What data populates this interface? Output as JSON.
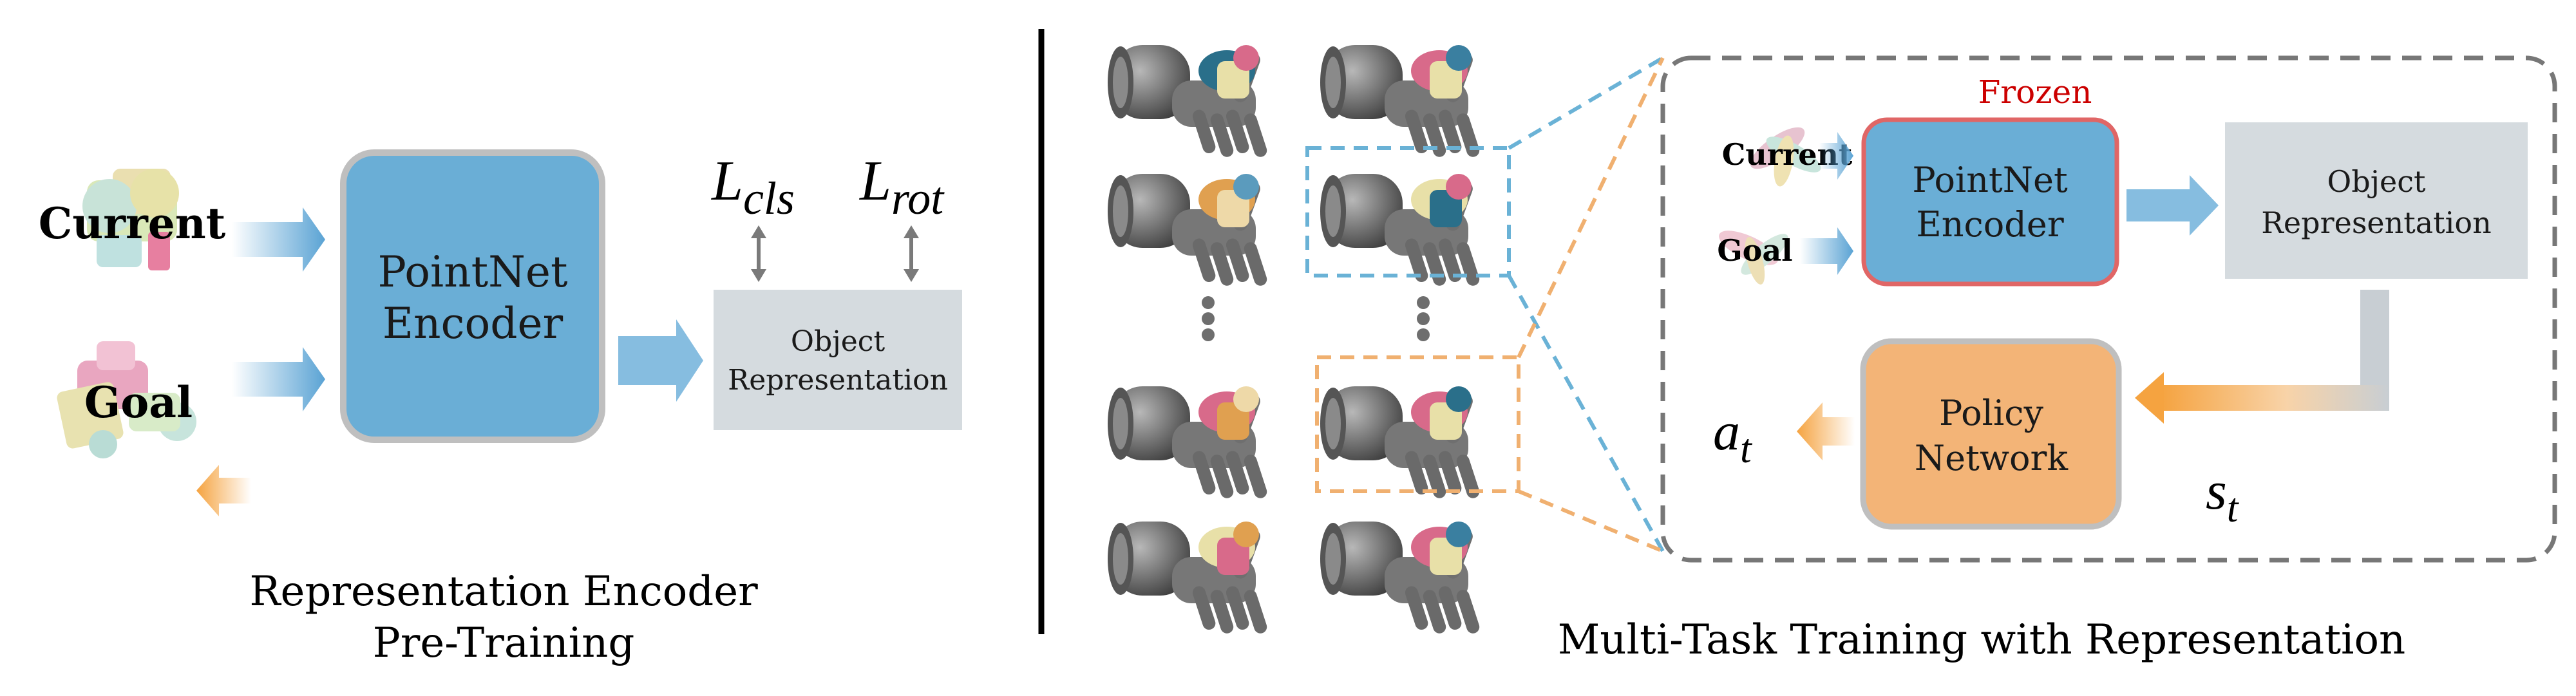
{
  "left_panel": {
    "inputs": {
      "current_label": "Current",
      "goal_label": "Goal"
    },
    "encoder_label_line1": "PointNet",
    "encoder_label_line2": "Encoder",
    "losses": {
      "cls": {
        "base": "L",
        "sub": "cls"
      },
      "rot": {
        "base": "L",
        "sub": "rot"
      }
    },
    "object_rep_line1": "Object",
    "object_rep_line2": "Representation",
    "caption_line1": "Representation Encoder",
    "caption_line2": "Pre-Training"
  },
  "right_panel": {
    "frozen_label": "Frozen",
    "inputs": {
      "current_label": "Current",
      "goal_label": "Goal"
    },
    "encoder_label_line1": "PointNet",
    "encoder_label_line2": "Encoder",
    "object_rep_line1": "Object",
    "object_rep_line2": "Representation",
    "policy_line1": "Policy",
    "policy_line2": "Network",
    "action_symbol": {
      "base": "a",
      "sub": "t"
    },
    "state_symbol": {
      "base": "s",
      "sub": "t"
    },
    "caption": "Multi-Task Training with Representation"
  },
  "colors": {
    "encoder_blue": "#6aaed6",
    "encoder_left_border": "#bfbfbf",
    "encoder_right_border": "#e06666",
    "object_gray": "#d5dbdf",
    "policy_orange": "#f3b477",
    "frozen_red": "#cc0000",
    "blue_arrow": "#5aa3d4",
    "orange_arrow": "#f5a340",
    "dashed_gray": "#777777",
    "dashed_blue": "#6ab2d6",
    "dashed_orange": "#f0b070"
  },
  "icons": {
    "hand_grid": "robot-hand-holding-object-icon",
    "object_thumbnail": "point-cloud-object-icon"
  }
}
